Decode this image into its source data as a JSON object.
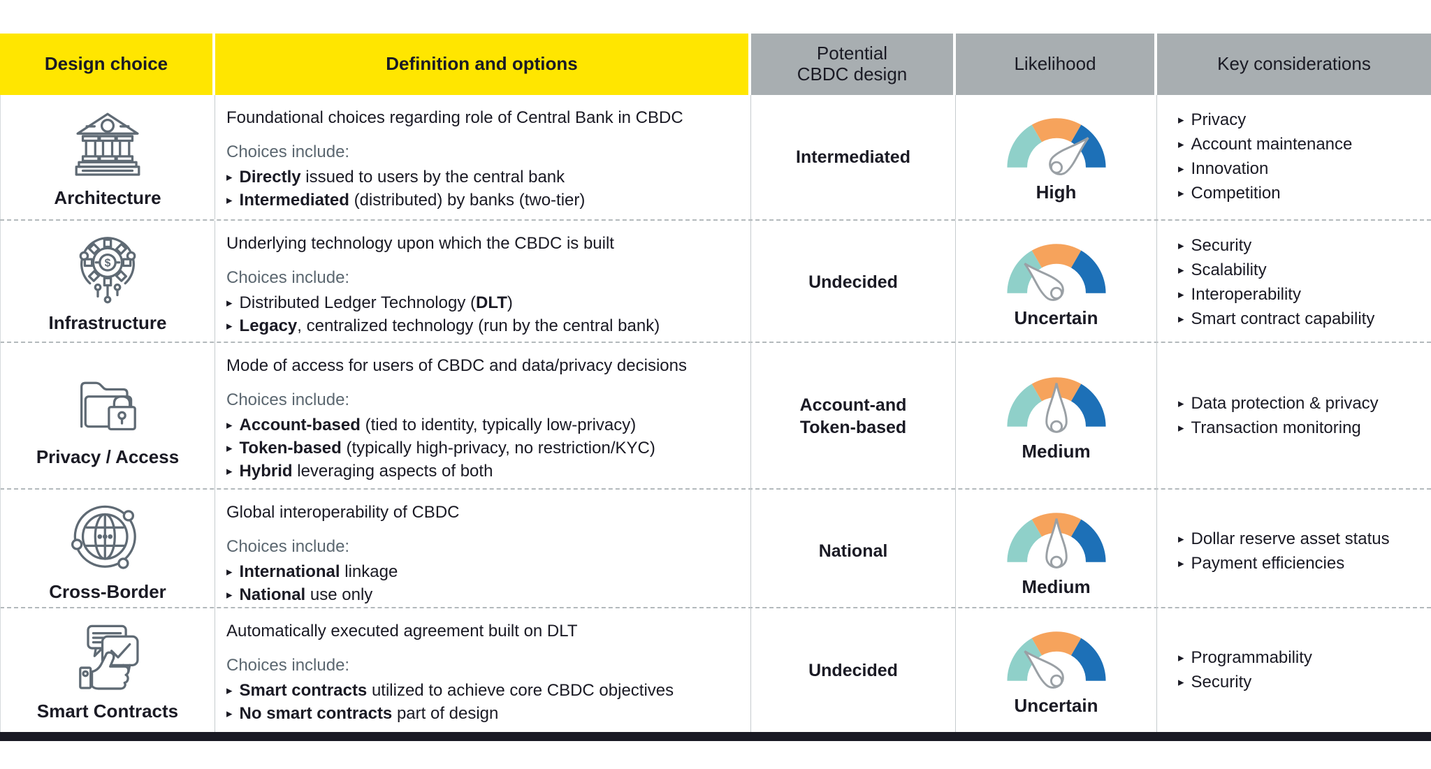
{
  "colors": {
    "accent_yellow": "#FFE600",
    "header_gray": "#A8AEB1",
    "text_dark": "#1A1A24",
    "text_gray": "#5B6770",
    "icon_stroke": "#5F6A74",
    "gauge_teal": "#8FD0C9",
    "gauge_orange": "#F6A35C",
    "gauge_blue": "#1D70B7",
    "needle_gray": "#9AA0A5"
  },
  "header": {
    "columns": [
      {
        "label": "Design choice",
        "style": "yellow"
      },
      {
        "label": "Definition and options",
        "style": "yellow"
      },
      {
        "label": "Potential\nCBDC design",
        "style": "gray"
      },
      {
        "label": "Likelihood",
        "style": "gray"
      },
      {
        "label": "Key considerations",
        "style": "gray"
      }
    ]
  },
  "bullet_glyph": "▸",
  "rows": [
    {
      "design_choice": "Architecture",
      "icon": "bank-icon",
      "definition": "Foundational choices regarding role of Central Bank in CBDC",
      "choices_label": "Choices include:",
      "choices": [
        [
          {
            "t": "Directly",
            "b": true
          },
          {
            "t": " issued to users by the central bank",
            "b": false
          }
        ],
        [
          {
            "t": "Intermediated",
            "b": true
          },
          {
            "t": " (distributed) by banks (two-tier)",
            "b": false
          }
        ]
      ],
      "potential_design": "Intermediated",
      "likelihood": {
        "label": "High",
        "level": "high"
      },
      "key_considerations": [
        "Privacy",
        "Account maintenance",
        "Innovation",
        "Competition"
      ]
    },
    {
      "design_choice": "Infrastructure",
      "icon": "infrastructure-icon",
      "definition": "Underlying technology upon which the CBDC is built",
      "choices_label": "Choices include:",
      "choices": [
        [
          {
            "t": "Distributed Ledger Technology (",
            "b": false
          },
          {
            "t": "DLT",
            "b": true
          },
          {
            "t": ")",
            "b": false
          }
        ],
        [
          {
            "t": "Legacy",
            "b": true
          },
          {
            "t": ", centralized technology (run by the central bank)",
            "b": false
          }
        ]
      ],
      "potential_design": "Undecided",
      "likelihood": {
        "label": "Uncertain",
        "level": "uncertain"
      },
      "key_considerations": [
        "Security",
        "Scalability",
        "Interoperability",
        "Smart contract capability"
      ]
    },
    {
      "design_choice": "Privacy / Access",
      "icon": "privacy-icon",
      "definition": "Mode of access for users of CBDC and data/privacy decisions",
      "choices_label": "Choices include:",
      "choices": [
        [
          {
            "t": "Account-based",
            "b": true
          },
          {
            "t": " (tied to identity, typically low-privacy)",
            "b": false
          }
        ],
        [
          {
            "t": "Token-based",
            "b": true
          },
          {
            "t": " (typically high-privacy, no restriction/KYC)",
            "b": false
          }
        ],
        [
          {
            "t": "Hybrid",
            "b": true
          },
          {
            "t": " leveraging aspects of both",
            "b": false
          }
        ]
      ],
      "potential_design": "Account-and\nToken-based",
      "likelihood": {
        "label": "Medium",
        "level": "medium"
      },
      "key_considerations": [
        "Data protection & privacy",
        "Transaction monitoring"
      ]
    },
    {
      "design_choice": "Cross-Border",
      "icon": "globe-icon",
      "definition": "Global interoperability of CBDC",
      "choices_label": "Choices include:",
      "choices": [
        [
          {
            "t": "International",
            "b": true
          },
          {
            "t": " linkage",
            "b": false
          }
        ],
        [
          {
            "t": "National",
            "b": true
          },
          {
            "t": " use only",
            "b": false
          }
        ]
      ],
      "potential_design": "National",
      "likelihood": {
        "label": "Medium",
        "level": "medium"
      },
      "key_considerations": [
        "Dollar reserve asset status",
        "Payment efficiencies"
      ]
    },
    {
      "design_choice": "Smart Contracts",
      "icon": "smart-contracts-icon",
      "definition": "Automatically executed agreement built on DLT",
      "choices_label": "Choices include:",
      "choices": [
        [
          {
            "t": "Smart contracts",
            "b": true
          },
          {
            "t": " utilized to achieve core CBDC objectives",
            "b": false
          }
        ],
        [
          {
            "t": "No smart contracts",
            "b": true
          },
          {
            "t": " part of design",
            "b": false
          }
        ]
      ],
      "potential_design": "Undecided",
      "likelihood": {
        "label": "Uncertain",
        "level": "uncertain"
      },
      "key_considerations": [
        "Programmability",
        "Security"
      ]
    }
  ],
  "needle_angles": {
    "high": 47,
    "medium": 0,
    "uncertain": -47
  }
}
